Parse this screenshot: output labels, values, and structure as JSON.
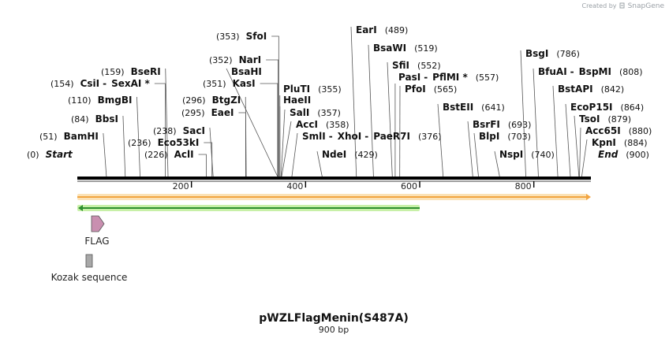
{
  "credit": {
    "prefix": "Created by",
    "brand": "SnapGene",
    "logo_icon": "snapgene-logo-icon"
  },
  "map": {
    "title": "pWZLFlagMenin(S487A)",
    "length_label": "900 bp",
    "length_bp": 900,
    "ticks": [
      200,
      400,
      600,
      800
    ],
    "backbone_color": "#000000"
  },
  "sites": [
    {
      "id": "start",
      "name": "Start",
      "pos": 0,
      "italic": true
    },
    {
      "id": "bamhi",
      "name": "BamHI",
      "pos": 51
    },
    {
      "id": "bbsi",
      "name": "BbsI",
      "pos": 84
    },
    {
      "id": "bmgbi",
      "name": "BmgBI",
      "pos": 110
    },
    {
      "id": "csii-sexai",
      "name": "CsiI",
      "name2": "SexAI *",
      "pos": 154
    },
    {
      "id": "bseri",
      "name": "BseRI",
      "pos": 159
    },
    {
      "id": "acli",
      "name": "AclI",
      "pos": 226
    },
    {
      "id": "eco53ki",
      "name": "Eco53kI",
      "pos": 236
    },
    {
      "id": "saci",
      "name": "SacI",
      "pos": 238
    },
    {
      "id": "eaei",
      "name": "EaeI",
      "pos": 295
    },
    {
      "id": "btgzi",
      "name": "BtgZI",
      "pos": 296
    },
    {
      "id": "kasi",
      "name": "KasI",
      "pos": 351
    },
    {
      "id": "bsahi",
      "name": "BsaHI",
      "pos": 351
    },
    {
      "id": "nari",
      "name": "NarI",
      "pos": 352
    },
    {
      "id": "sfoi",
      "name": "SfoI",
      "pos": 353
    },
    {
      "id": "pluti",
      "name": "PluTI",
      "pos": 355
    },
    {
      "id": "haeii",
      "name": "HaeII",
      "pos": 355
    },
    {
      "id": "sali",
      "name": "SalI",
      "pos": 357
    },
    {
      "id": "acci",
      "name": "AccI",
      "pos": 358
    },
    {
      "id": "smli-xhoi-paer7i",
      "name": "SmlI",
      "name2": "XhoI",
      "name3": "PaeR7I",
      "pos": 376
    },
    {
      "id": "ndei",
      "name": "NdeI",
      "pos": 429
    },
    {
      "id": "eari",
      "name": "EarI",
      "pos": 489
    },
    {
      "id": "bsawi",
      "name": "BsaWI",
      "pos": 519
    },
    {
      "id": "sfii",
      "name": "SfiI",
      "pos": 552
    },
    {
      "id": "pasi-pflmi",
      "name": "PasI",
      "name2": "PflMI *",
      "pos": 557
    },
    {
      "id": "pfoi",
      "name": "PfoI",
      "pos": 565
    },
    {
      "id": "bsteii",
      "name": "BstEII",
      "pos": 641
    },
    {
      "id": "bsrfi",
      "name": "BsrFI",
      "pos": 693
    },
    {
      "id": "blpi",
      "name": "BlpI",
      "pos": 703
    },
    {
      "id": "nspi",
      "name": "NspI",
      "pos": 740
    },
    {
      "id": "bsgi",
      "name": "BsgI",
      "pos": 786
    },
    {
      "id": "bfuai-bspmi",
      "name": "BfuAI",
      "name2": "BspMI",
      "pos": 808
    },
    {
      "id": "bstapi",
      "name": "BstAPI",
      "pos": 842
    },
    {
      "id": "ecop15i",
      "name": "EcoP15I",
      "pos": 864
    },
    {
      "id": "tsoi",
      "name": "TsoI",
      "pos": 879
    },
    {
      "id": "acc65i",
      "name": "Acc65I",
      "pos": 880
    },
    {
      "id": "kpni",
      "name": "KpnI",
      "pos": 884
    },
    {
      "id": "end",
      "name": "End",
      "pos": 900,
      "italic": true
    }
  ],
  "features": [
    {
      "id": "orange-feature",
      "direction": "forward",
      "color": "#f2a540",
      "fill": "#fbe2b6",
      "start": 0,
      "end": 900
    },
    {
      "id": "green-feature",
      "direction": "reverse",
      "color": "#2f8f2f",
      "fill": "#c8f0a8",
      "start": 0,
      "end": 600
    },
    {
      "id": "flag",
      "label": "FLAG",
      "type": "arrow",
      "color": "#c98fb0",
      "start": 24,
      "end": 48
    },
    {
      "id": "kozak",
      "label": "Kozak sequence",
      "type": "box",
      "color": "#a8a8a8",
      "start": 16,
      "end": 24
    }
  ]
}
